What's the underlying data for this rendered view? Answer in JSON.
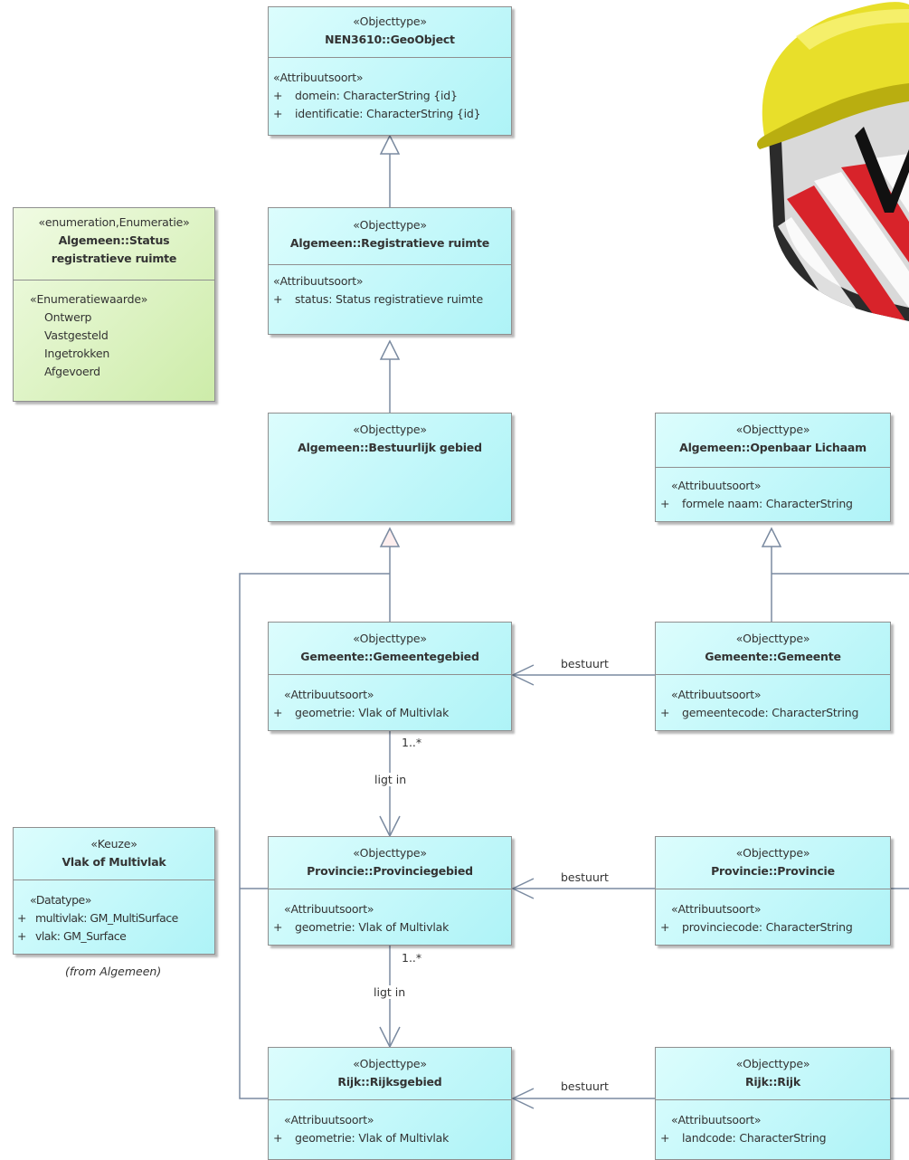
{
  "classes": {
    "geoobject": {
      "stereotype": "«Objecttype»",
      "name": "NEN3610::GeoObject",
      "section": "«Attribuutsoort»",
      "attributes": [
        {
          "vis": "+",
          "text": "domein: CharacterString {id}"
        },
        {
          "vis": "+",
          "text": "identificatie: CharacterString {id}"
        }
      ]
    },
    "registratieve_ruimte": {
      "stereotype": "«Objecttype»",
      "name": "Algemeen::Registratieve ruimte",
      "section": "«Attribuutsoort»",
      "attributes": [
        {
          "vis": "+",
          "text": "status: Status registratieve ruimte"
        }
      ]
    },
    "status_enum": {
      "stereotype": "«enumeration,Enumeratie»",
      "name_line1": "Algemeen::Status",
      "name_line2": "registratieve ruimte",
      "section": "«Enumeratiewaarde»",
      "literals": [
        "Ontwerp",
        "Vastgesteld",
        "Ingetrokken",
        "Afgevoerd"
      ]
    },
    "bestuurlijk_gebied": {
      "stereotype": "«Objecttype»",
      "name": "Algemeen::Bestuurlijk gebied"
    },
    "openbaar_lichaam": {
      "stereotype": "«Objecttype»",
      "name": "Algemeen::Openbaar Lichaam",
      "section": "«Attribuutsoort»",
      "attributes": [
        {
          "vis": "+",
          "text": "formele naam: CharacterString"
        }
      ]
    },
    "gemeentegebied": {
      "stereotype": "«Objecttype»",
      "name": "Gemeente::Gemeentegebied",
      "section": "«Attribuutsoort»",
      "attributes": [
        {
          "vis": "+",
          "text": "geometrie: Vlak of Multivlak"
        }
      ]
    },
    "gemeente": {
      "stereotype": "«Objecttype»",
      "name": "Gemeente::Gemeente",
      "section": "«Attribuutsoort»",
      "attributes": [
        {
          "vis": "+",
          "text": "gemeentecode: CharacterString"
        }
      ]
    },
    "vlak_of_multivlak": {
      "stereotype": "«Keuze»",
      "name": "Vlak of Multivlak",
      "section": "«Datatype»",
      "attributes": [
        {
          "vis": "+",
          "text": "multivlak: GM_MultiSurface"
        },
        {
          "vis": "+",
          "text": "vlak: GM_Surface"
        }
      ],
      "from": "(from Algemeen)"
    },
    "provinciegebied": {
      "stereotype": "«Objecttype»",
      "name": "Provincie::Provinciegebied",
      "section": "«Attribuutsoort»",
      "attributes": [
        {
          "vis": "+",
          "text": "geometrie: Vlak of Multivlak"
        }
      ]
    },
    "provincie": {
      "stereotype": "«Objecttype»",
      "name": "Provincie::Provincie",
      "section": "«Attribuutsoort»",
      "attributes": [
        {
          "vis": "+",
          "text": "provinciecode: CharacterString"
        }
      ]
    },
    "rijksgebied": {
      "stereotype": "«Objecttype»",
      "name": "Rijk::Rijksgebied",
      "section": "«Attribuutsoort»",
      "attributes": [
        {
          "vis": "+",
          "text": "geometrie: Vlak of Multivlak"
        }
      ]
    },
    "rijk": {
      "stereotype": "«Objecttype»",
      "name": "Rijk::Rijk",
      "section": "«Attribuutsoort»",
      "attributes": [
        {
          "vis": "+",
          "text": "landcode: CharacterString"
        }
      ]
    }
  },
  "associations": {
    "bestuurt_gemeente": "bestuurt",
    "bestuurt_provincie": "bestuurt",
    "bestuurt_rijk": "bestuurt",
    "ligt_in_gemeentegebied": "ligt in",
    "ligt_in_provinciegebied": "ligt in",
    "mult_gemeentegebied": "1..*",
    "mult_provinciegebied": "1..*"
  },
  "colors": {
    "class_fill": "#aef3f7",
    "enum_fill": "#cdeca9",
    "connector": "#7a8aa0",
    "hardhat": "#e8df2a"
  },
  "decoration": {
    "icon": "hard-hat-warning-sign-icon"
  }
}
